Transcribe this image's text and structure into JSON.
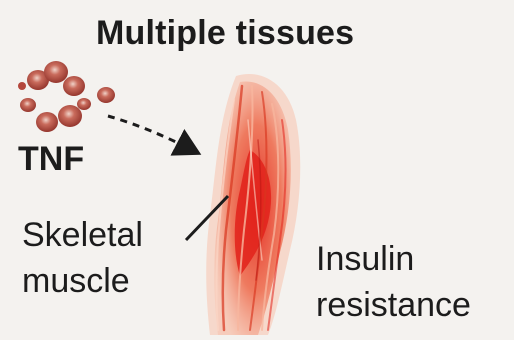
{
  "title": "Multiple tissues",
  "cytokine_label": "TNF",
  "tissue_label": {
    "line1": "Skeletal",
    "line2": "muscle"
  },
  "effect_label": {
    "line1": "Insulin",
    "line2": "resistance"
  },
  "colors": {
    "background": "#f4f2ef",
    "particle_fill": "#b4473c",
    "particle_center": "#f0d2c8",
    "muscle_light": "#f7b79f",
    "muscle_mid": "#ec5b3b",
    "muscle_dark": "#e2221b",
    "text": "#1c1c1c"
  }
}
